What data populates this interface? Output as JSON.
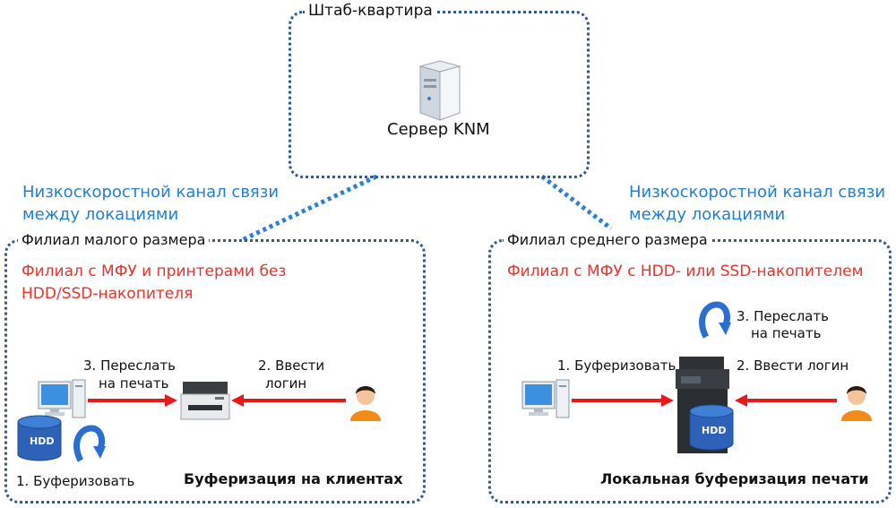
{
  "hq": {
    "title": "Штаб-квартира",
    "server_label": "Сервер KNM"
  },
  "link_left": {
    "line1": "Низкоскоростной канал связи",
    "line2": "между локациями"
  },
  "link_right": {
    "line1": "Низкоскоростной канал связи",
    "line2": "между локациями"
  },
  "branch_small": {
    "title": "Филиал малого размера",
    "desc_line1": "Филиал с МФУ и принтерами без",
    "desc_line2": "HDD/SSD-накопителя",
    "step3_line1": "3. Переслать",
    "step3_line2": "на печать",
    "step2_line1": "2. Ввести",
    "step2_line2": "логин",
    "step1": "1. Буферизовать",
    "hdd": "HDD",
    "caption": "Буферизация на клиентах"
  },
  "branch_medium": {
    "title": "Филиал среднего размера",
    "desc": "Филиал с МФУ с HDD- или SSD-накопителем",
    "step3_line1": "3. Переслать",
    "step3_line2": "на печать",
    "step1": "1. Буферизовать",
    "step2": "2. Ввести логин",
    "hdd": "HDD",
    "caption": "Локальная буферизация печати"
  },
  "colors": {
    "link": "#1f7fd0",
    "accent_red": "#e8322c",
    "border": "#2f5a8a",
    "arrow": "#e8181b",
    "hdd_blue": "#2d62b8"
  }
}
